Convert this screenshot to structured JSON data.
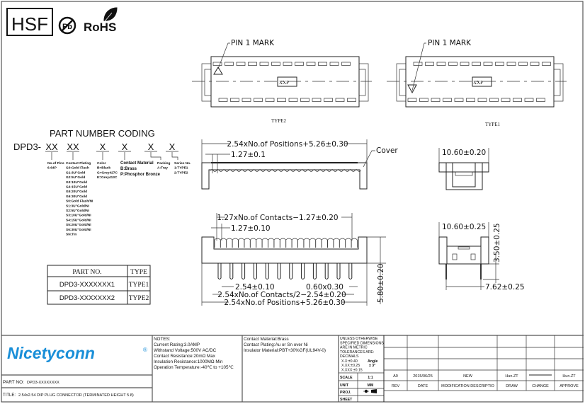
{
  "header": {
    "hsf_logo": "HSF",
    "pb_logo": "Pb",
    "rohs_logo": "RoHS"
  },
  "top_views": {
    "pin1_mark": "PIN 1 MARK",
    "center_label": "XXP",
    "type2_label": "TYPE2",
    "type1_label": "TYPE1"
  },
  "side_view": {
    "overall_dim": "2.54xNo.of  Positions+5.26±0.30",
    "pitch_dim": "1.27±0.1",
    "cover_label": "Cover"
  },
  "front_view": {
    "contacts_dim": "1.27xNo.of  Contacts−1.27±0.20",
    "pitch_dim": "1.27±0.10",
    "pin_pitch_dim": "2.54±0.10",
    "pin_size_dim": "0.60x0.30",
    "half_contacts_dim": "2.54xNo.of  Contacts/2−2.54±0.20",
    "overall_dim": "2.54xNo.of  Positions+5.26±0.30",
    "height_dim": "5.80±0.20"
  },
  "end_views": {
    "top_width_dim": "10.60±0.20",
    "bottom_width_dim": "10.60±0.25",
    "pin_length_dim": "3.50±0.25",
    "row_spacing_dim": "7.62±0.25"
  },
  "part_coding": {
    "title": "PART NUMBER CODING",
    "prefix": "DPD3-",
    "fields": [
      {
        "code": "XX",
        "lines": [
          "No.of Pins",
          "6-64P"
        ]
      },
      {
        "code": "XX",
        "lines": [
          "Contact Plating",
          "G0:Gold Flash",
          "G1:3U\"Gold",
          "G2:5U\"Gold",
          "G3:10U\"Gold",
          "G4:15U\"Gold",
          "G5:20U\"Gold",
          "G6:30U\"Gold",
          "S0:Gold Flash/Ni",
          "S1:3U\"Gold/Ni",
          "S2:5U\"Gold/Ni",
          "S3:10U\"Gold/Ni",
          "S4:15U\"Gold/Ni",
          "S5:20U\"Gold/Ni",
          "S6:30U\"Gold/Ni",
          "SN:Tin"
        ]
      },
      {
        "code": "X",
        "lines": [
          "Color",
          "B=Black",
          "G=Grey427C",
          "E=Grey413C"
        ]
      },
      {
        "code": "X",
        "lines": [
          "Contact Material",
          "B:Brass",
          "P:Phosphor Bronze"
        ]
      },
      {
        "code": "X",
        "lines": [
          "Packing",
          "A:Tray"
        ]
      },
      {
        "code": "X",
        "lines": [
          "Series No.",
          "1:TYPE1",
          "2:TYPE2"
        ]
      }
    ]
  },
  "part_table": {
    "headers": [
      "PART NO.",
      "TYPE"
    ],
    "rows": [
      [
        "DPD3-XXXXXXX1",
        "TYPE1"
      ],
      [
        "DPD3-XXXXXXX2",
        "TYPE2"
      ]
    ]
  },
  "title_block": {
    "brand": "Nicetyconn",
    "registered": "®",
    "brand_color": "#1a8fd8",
    "part_no_label": "PART NO:",
    "part_no_value": "DPD3-XXXXXXXX",
    "title_label": "TITLE:",
    "title_value": "2.54x2.54 DIP PLUG CONNECTOR (TERMINATED  HEIGHT 5.8)",
    "notes": [
      "NOTES:",
      "Current Rating:3.0AMP",
      "Withstand Voltage:500V AC/DC",
      "Contact Resistance:20mΩ Max",
      "Insulation Resistance:1000MΩ Min",
      "Operation Temperature:-40℃ to +105℃"
    ],
    "materials": [
      "Contact Material:Brass",
      "Contact Plating:Au or Sn over Ni",
      "Insulator Material:PBT+30%GF(UL94V-0)"
    ],
    "tolerances": [
      "UNLESS OTHERWISE",
      "SPECIFIED DIMENSIONS",
      "ARE IN METRIC",
      "TOLERANCES  ARE:",
      "DECIMALS",
      "X.X:±0.40",
      "X.XX:±0.25",
      "X.XXX:±0.15"
    ],
    "angle_label": "Angle",
    "angle_value": "± 3°",
    "scale_label": "SCALE",
    "scale_value": "1:1",
    "unit_label": "UNIT",
    "unit_value": "MM",
    "proj_label": "PROJ.",
    "sheet_label": "SHEET",
    "revision": {
      "values": [
        "A0",
        "2015/06/25",
        "NEW",
        "Hun.ZT",
        "",
        "Hun.ZT"
      ],
      "headers": [
        "REV",
        "DATE",
        "MODIFICATION DESCRIPTIO",
        "DRAW",
        "CHANGE",
        "APPROVE"
      ]
    }
  }
}
